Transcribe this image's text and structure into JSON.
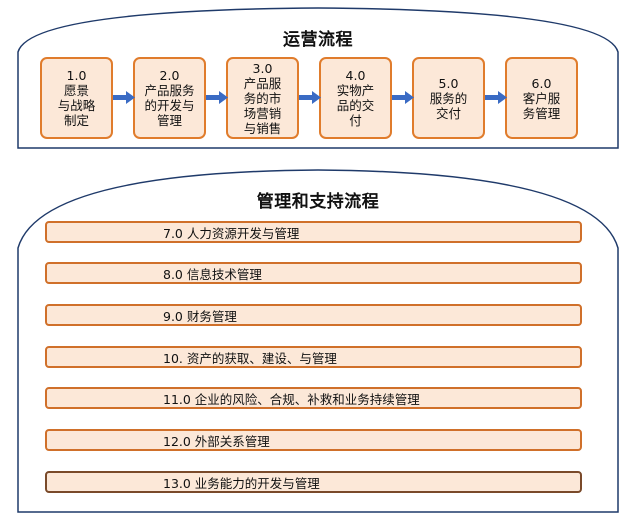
{
  "operations": {
    "title": "运营流程",
    "steps": [
      {
        "label": "1.0\n愿景\n与战略\n制定"
      },
      {
        "label": "2.0\n产品服务\n的开发与\n管理"
      },
      {
        "label": "3.0\n产品服\n务的市\n场营销\n与销售"
      },
      {
        "label": "4.0\n实物产\n品的交\n付"
      },
      {
        "label": "5.0\n服务的\n交付"
      },
      {
        "label": "6.0\n客户服\n务管理"
      }
    ]
  },
  "management": {
    "title": "管理和支持流程",
    "items": [
      {
        "label": "7.0 人力资源开发与管理"
      },
      {
        "label": "8.0 信息技术管理"
      },
      {
        "label": "9.0 财务管理"
      },
      {
        "label": "10. 资产的获取、建设、与管理"
      },
      {
        "label": "11.0 企业的风险、合规、补救和业务持续管理"
      },
      {
        "label": "12.0 外部关系管理"
      },
      {
        "label": "13.0 业务能力的开发与管理"
      }
    ]
  },
  "colors": {
    "box_fill": "#fce8d8",
    "box_border": "#e07c2c",
    "arrow": "#3a6bc4",
    "frame": "#1f3a6a"
  }
}
